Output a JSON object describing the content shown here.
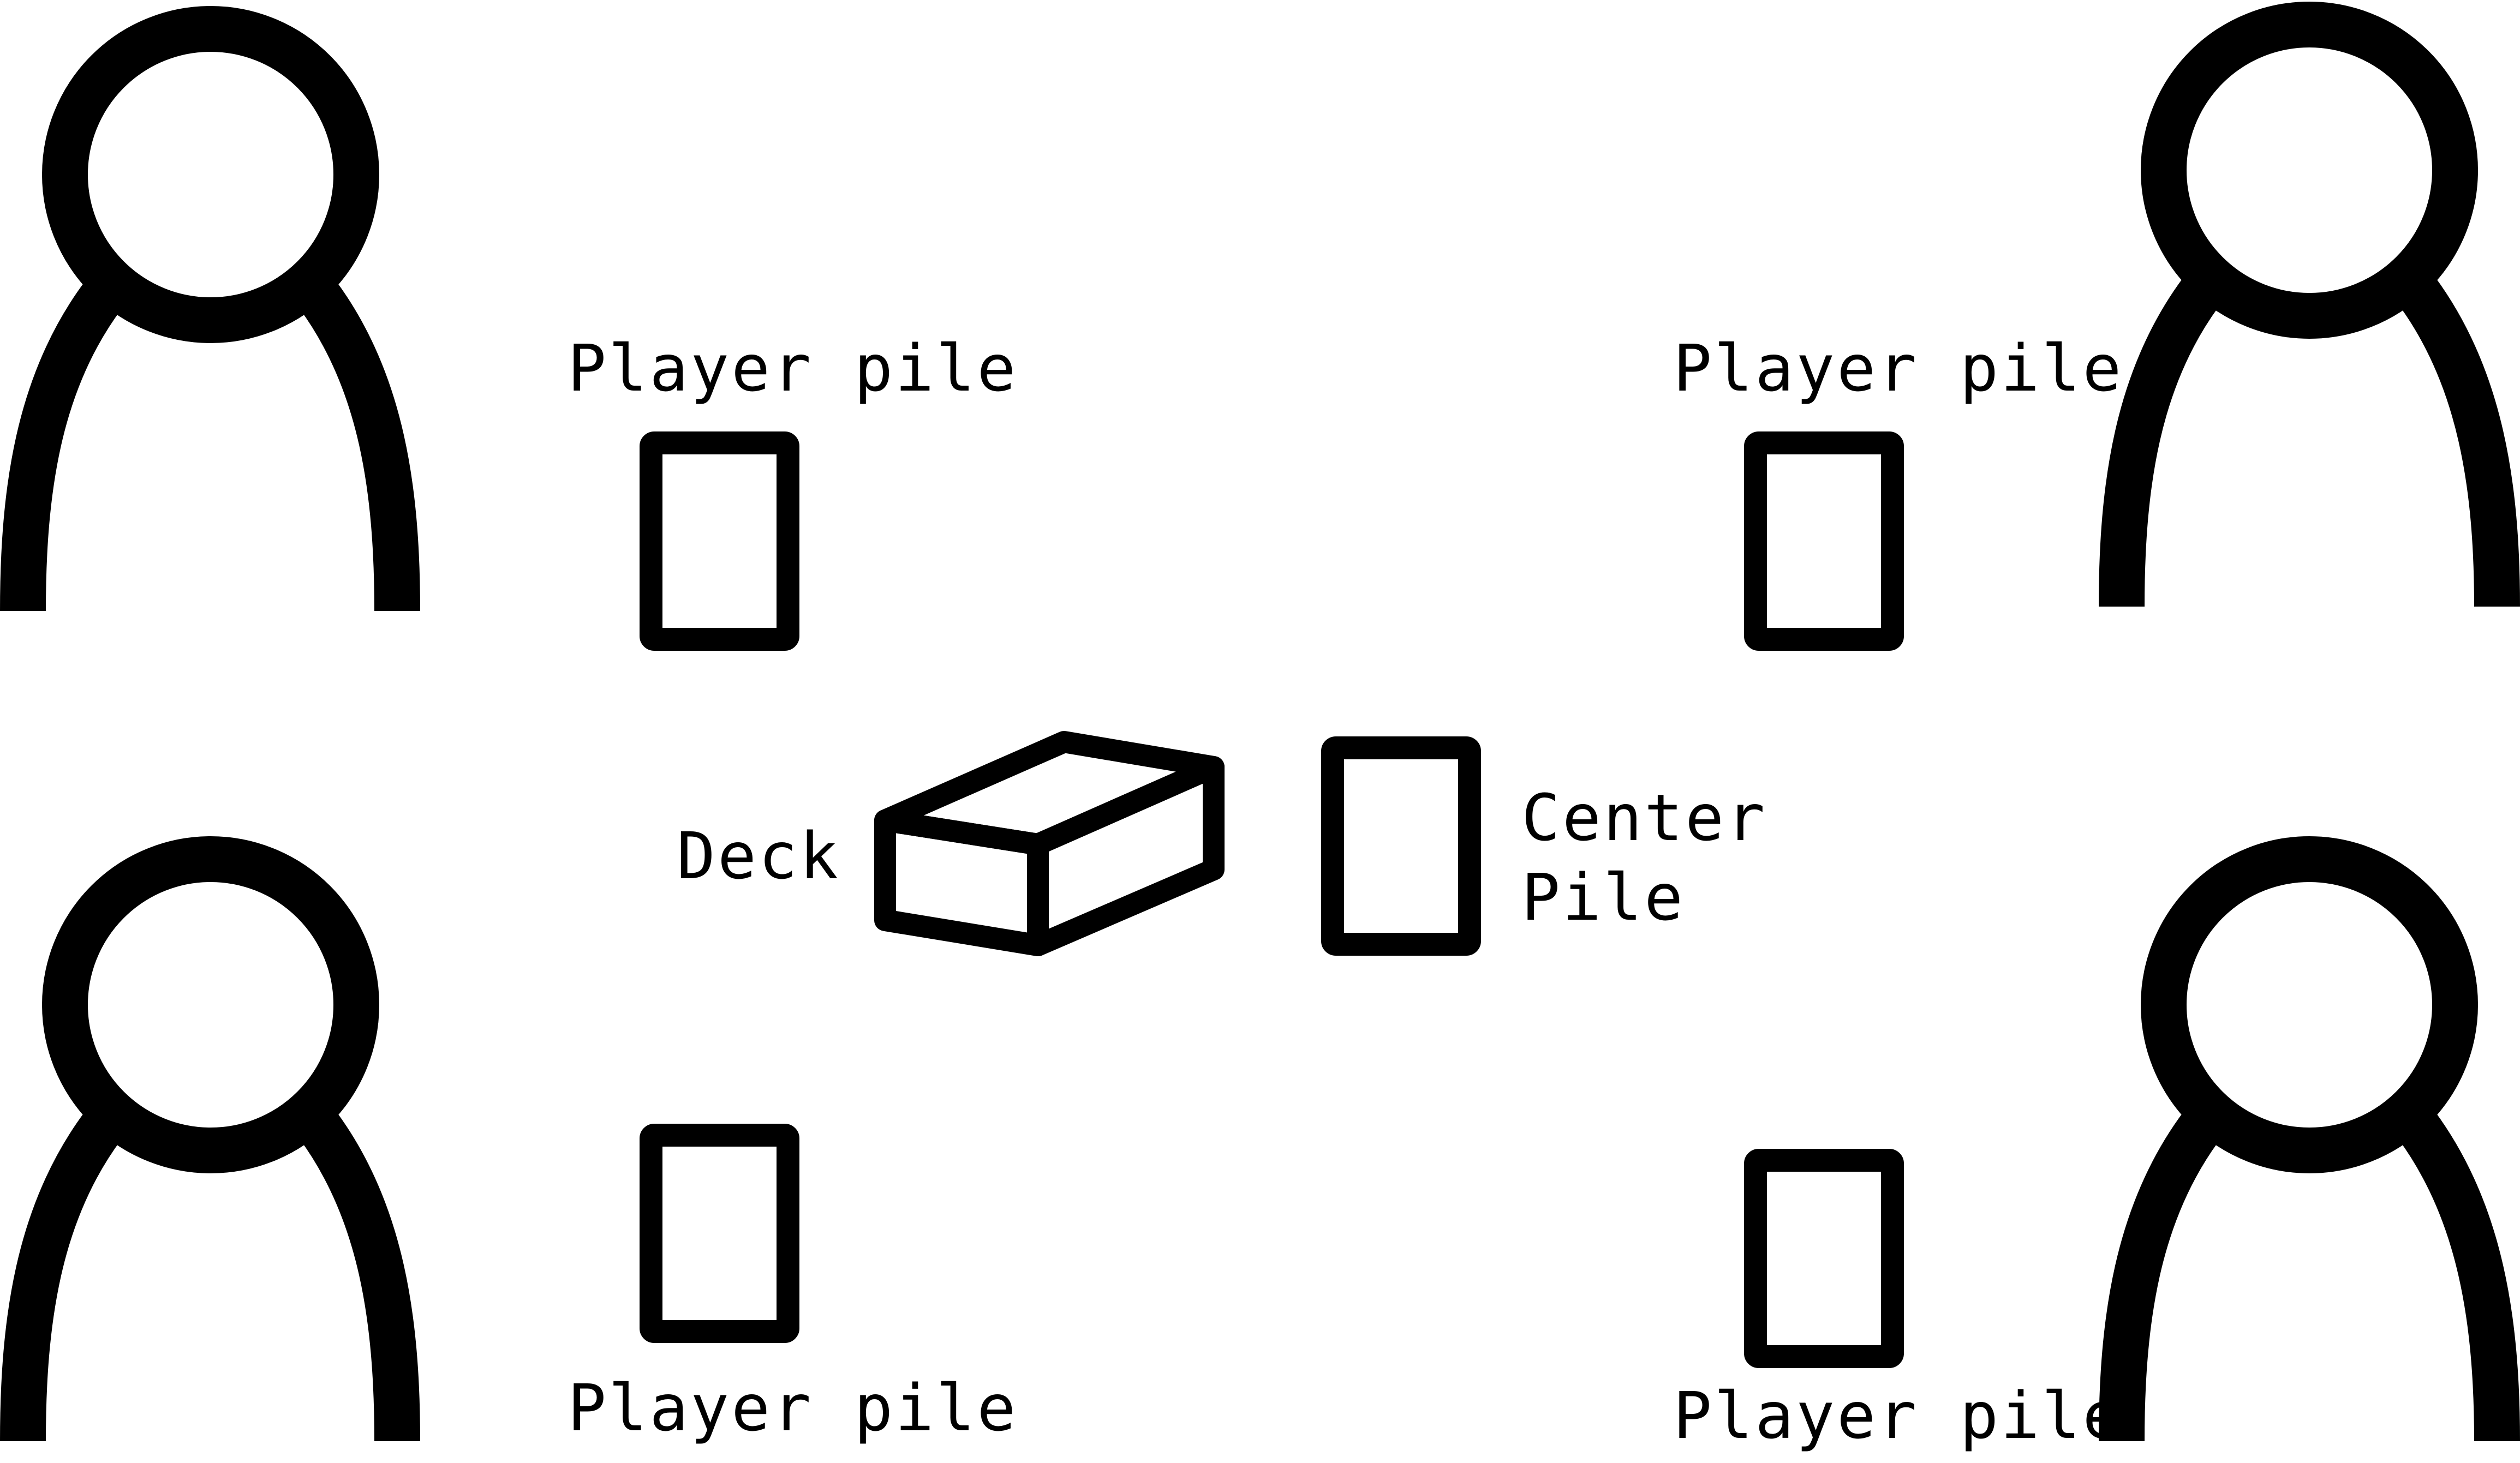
{
  "diagram": {
    "players": [
      {
        "id": "top-left",
        "pile_label": "Player pile"
      },
      {
        "id": "top-right",
        "pile_label": "Player pile"
      },
      {
        "id": "bottom-left",
        "pile_label": "Player pile"
      },
      {
        "id": "bottom-right",
        "pile_label": "Player pile"
      }
    ],
    "deck_label": "Deck",
    "center_pile_label_line1": "Center",
    "center_pile_label_line2": "Pile",
    "colors": {
      "stroke": "#000000",
      "background": "#ffffff"
    }
  }
}
